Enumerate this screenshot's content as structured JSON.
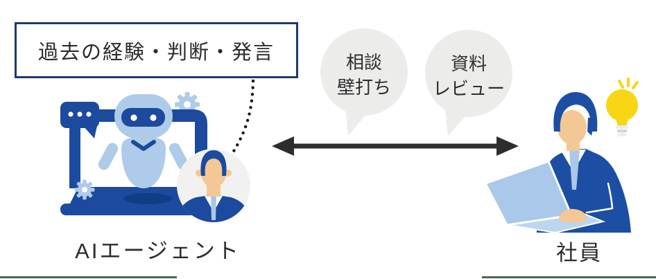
{
  "diagram": {
    "annotation_box": {
      "label": "過去の経験・判断・発言"
    },
    "speech_bubbles": [
      {
        "line1": "相談",
        "line2": "壁打ち"
      },
      {
        "line1": "資料",
        "line2": "レビュー"
      }
    ],
    "actors": {
      "left": {
        "caption": "AIエージェント"
      },
      "right": {
        "caption": "社員"
      }
    },
    "icons": {
      "chat": "chat-bubble-icon",
      "gear": "gear-icon",
      "robot": "ai-robot-on-laptop-illustration",
      "avatar": "businessman-avatar",
      "connector": "dotted-connector",
      "arrow": "double-headed-arrow",
      "laptop": "laptop-icon",
      "bulb": "lightbulb-idea-icon"
    },
    "colors": {
      "primary_blue": "#1b4a9e",
      "shadow_blue": "#113d85",
      "light_blue": "#aecbea",
      "pale_blue": "#bdd5f0",
      "bubble_gray": "#ececeb",
      "avatar_bg": "#f1f1ef",
      "skin": "#f4c894",
      "bulb_yellow": "#f8d616",
      "arrow_dark": "#2d2d2d",
      "box_border": "#1f3a68",
      "bottom_rule_green": "#47684f"
    }
  }
}
